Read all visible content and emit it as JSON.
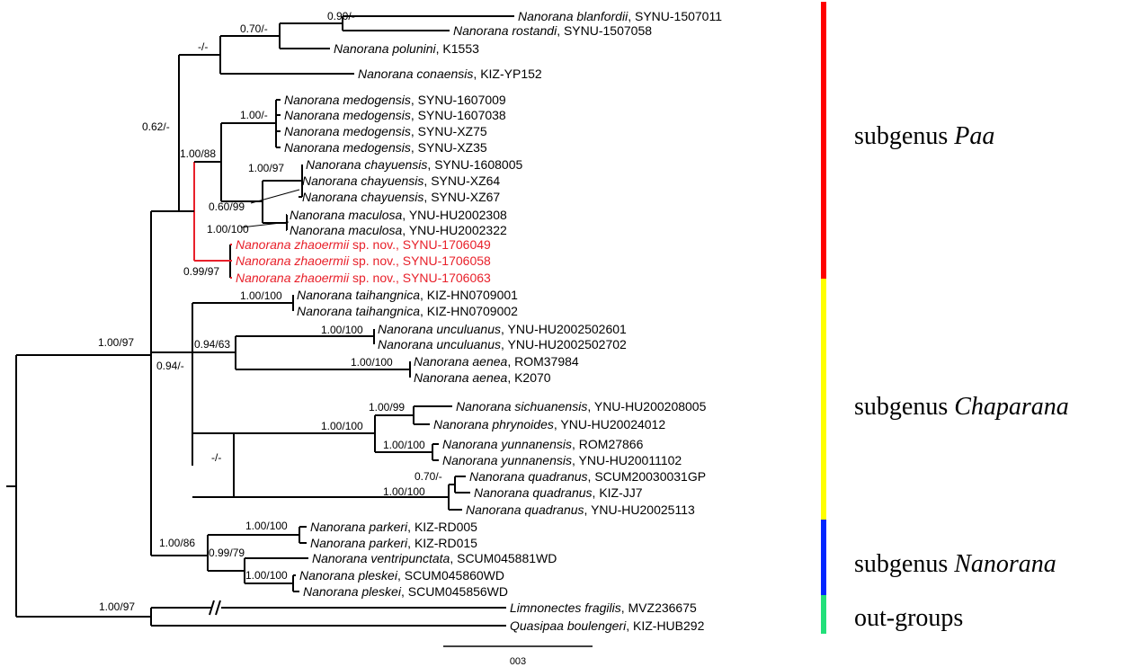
{
  "tips": [
    {
      "species": "Nanorana blanfordii",
      "voucher": ", SYNU-1507011"
    },
    {
      "species": "Nanorana rostandi",
      "voucher": ", SYNU-1507058"
    },
    {
      "species": "Nanorana polunini",
      "voucher": ", K1553"
    },
    {
      "species": "Nanorana conaensis",
      "voucher": ", KIZ-YP152"
    },
    {
      "species": "Nanorana medogensis",
      "voucher": ", SYNU-1607009"
    },
    {
      "species": "Nanorana medogensis",
      "voucher": ", SYNU-1607038"
    },
    {
      "species": "Nanorana medogensis",
      "voucher": ", SYNU-XZ75"
    },
    {
      "species": "Nanorana medogensis",
      "voucher": ", SYNU-XZ35"
    },
    {
      "species": "Nanorana chayuensis",
      "voucher": ", SYNU-1608005"
    },
    {
      "species": "Nanorana chayuensis",
      "voucher": ", SYNU-XZ64"
    },
    {
      "species": "Nanorana chayuensis",
      "voucher": ", SYNU-XZ67"
    },
    {
      "species": "Nanorana maculosa",
      "voucher": ", YNU-HU2002308"
    },
    {
      "species": "Nanorana maculosa",
      "voucher": ", YNU-HU2002322"
    },
    {
      "species": "Nanorana zhaoermii",
      "voucher": " sp. nov., SYNU-1706049"
    },
    {
      "species": "Nanorana zhaoermii",
      "voucher": " sp. nov., SYNU-1706058"
    },
    {
      "species": "Nanorana zhaoermii",
      "voucher": " sp. nov., SYNU-1706063"
    },
    {
      "species": "Nanorana taihangnica",
      "voucher": ", KIZ-HN0709001"
    },
    {
      "species": "Nanorana taihangnica",
      "voucher": ", KIZ-HN0709002"
    },
    {
      "species": "Nanorana unculuanus",
      "voucher": ", YNU-HU2002502601"
    },
    {
      "species": "Nanorana unculuanus",
      "voucher": ", YNU-HU2002502702"
    },
    {
      "species": "Nanorana aenea",
      "voucher": ", ROM37984"
    },
    {
      "species": "Nanorana aenea",
      "voucher": ", K2070"
    },
    {
      "species": "Nanorana sichuanensis",
      "voucher": ", YNU-HU200208005"
    },
    {
      "species": "Nanorana phrynoides",
      "voucher": ", YNU-HU20024012"
    },
    {
      "species": "Nanorana yunnanensis",
      "voucher": ", ROM27866"
    },
    {
      "species": "Nanorana yunnanensis",
      "voucher": ", YNU-HU20011102"
    },
    {
      "species": "Nanorana quadranus",
      "voucher": ", SCUM20030031GP"
    },
    {
      "species": "Nanorana quadranus",
      "voucher": ", KIZ-JJ7"
    },
    {
      "species": "Nanorana quadranus",
      "voucher": ", YNU-HU20025113"
    },
    {
      "species": "Nanorana parkeri",
      "voucher": ", KIZ-RD005"
    },
    {
      "species": "Nanorana parkeri",
      "voucher": ", KIZ-RD015"
    },
    {
      "species": "Nanorana ventripunctata",
      "voucher": ", SCUM045881WD"
    },
    {
      "species": "Nanorana pleskei",
      "voucher": ", SCUM045860WD"
    },
    {
      "species": "Nanorana pleskei",
      "voucher": ", SCUM045856WD"
    },
    {
      "species": "Limnonectes fragilis",
      "voucher": ", MVZ236675"
    },
    {
      "species": "Quasipaa boulengeri",
      "voucher": ", KIZ-HUB292"
    }
  ],
  "supports": [
    "0.90/-",
    "0.70/-",
    "-/-",
    "1.00/-",
    "1.00/97",
    "0.60/99",
    "1.00/100",
    "1.00/88",
    "0.62/-",
    "0.99/97",
    "1.00/100",
    "1.00/100",
    "1.00/100",
    "0.94/63",
    "1.00/99",
    "1.00/100",
    "0.70/-",
    "1.00/100",
    "1.00/100",
    "-/-",
    "0.94/-",
    "1.00/100",
    "1.00/100",
    "0.99/79",
    "1.00/86",
    "1.00/97",
    "1.00/97"
  ],
  "groups": [
    {
      "prefix": "subgenus ",
      "name": "Paa",
      "color": "#ff0000"
    },
    {
      "prefix": "subgenus ",
      "name": "Chaparana",
      "color": "#ffff00"
    },
    {
      "prefix": "subgenus ",
      "name": "Nanorana",
      "color": "#0026ff"
    },
    {
      "prefix": "",
      "name": "out-groups",
      "color": "#22e07a"
    }
  ],
  "highlight_color": "#e8202a",
  "scale_bar": {
    "label": "003"
  }
}
